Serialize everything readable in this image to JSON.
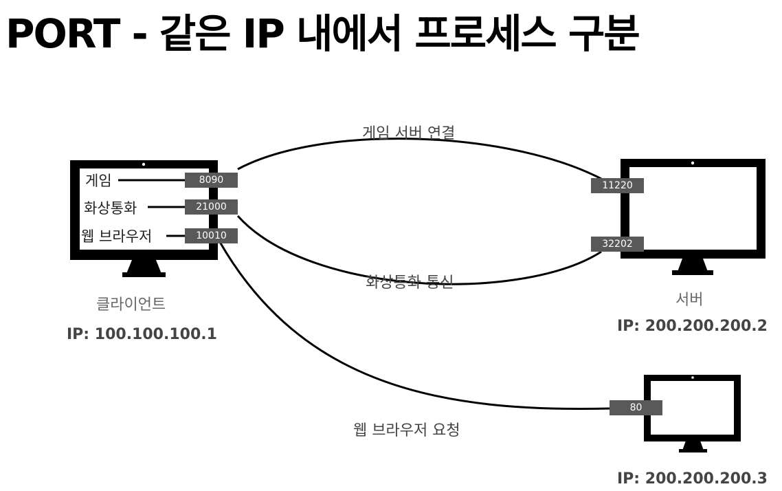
{
  "title": "PORT - 같은 IP 내에서 프로세스 구분",
  "client": {
    "name": "클라이언트",
    "ip": "IP: 100.100.100.1",
    "processes": [
      {
        "label": "게임",
        "port": "8090"
      },
      {
        "label": "화상통화",
        "port": "21000"
      },
      {
        "label": "웹 브라우저",
        "port": "10010"
      }
    ]
  },
  "server": {
    "name": "서버",
    "ip": "IP: 200.200.200.2",
    "ports": [
      "11220",
      "32202"
    ]
  },
  "web_server": {
    "ip": "IP: 200.200.200.3",
    "port": "80"
  },
  "connections": [
    {
      "label": "게임 서버 연결",
      "from": "8090",
      "to": "11220"
    },
    {
      "label": "화상통화 통신",
      "from": "21000",
      "to": "32202"
    },
    {
      "label": "웹 브라우저 요청",
      "from": "10010",
      "to": "80"
    }
  ]
}
